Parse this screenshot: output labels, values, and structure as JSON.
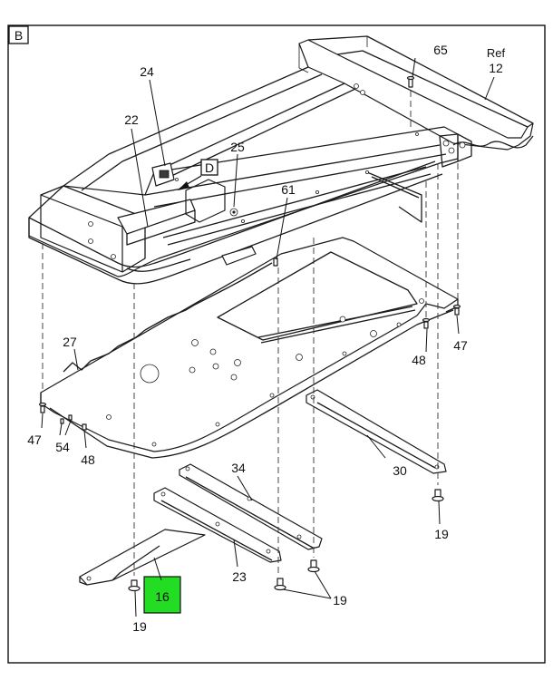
{
  "view_label": "B",
  "direction_label": "D",
  "highlight_color": "#22dd22",
  "callouts": {
    "c65": "65",
    "ref": "Ref",
    "c12": "12",
    "c24": "24",
    "c22": "22",
    "c25": "25",
    "c61": "61",
    "c27": "27",
    "c47_left": "47",
    "c54": "54",
    "c48_left": "48",
    "c48_right": "48",
    "c47_right": "47",
    "c30": "30",
    "c34": "34",
    "c19_right": "19",
    "c23": "23",
    "c19_mid": "19",
    "c16": "16",
    "c19_left": "19"
  }
}
